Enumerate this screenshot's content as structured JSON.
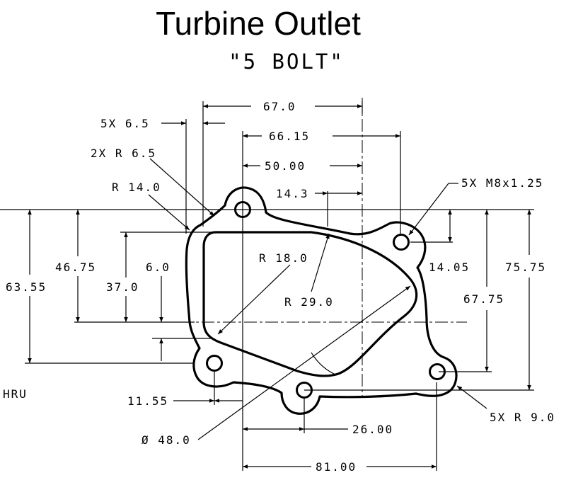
{
  "title": "Turbine Outlet",
  "subtitle": "\"5 BOLT\"",
  "dimensions": {
    "d67": "67.0",
    "bolt_hole_count": "5X  6.5",
    "d66": "66.15",
    "r65": "2X  R 6.5",
    "d50": "50.00",
    "r14": "R 14.0",
    "d143": "14.3",
    "thread": "5X M8x1.25",
    "d6355": "63.55",
    "d4675": "46.75",
    "d370": "37.0",
    "d60": "6.0",
    "r18": "R 18.0",
    "r29": "R 29.0",
    "d1405": "14.05",
    "d7575": "75.75",
    "d6775": "67.75",
    "hru": "HRU",
    "d1155": "11.55",
    "d2600": "26.00",
    "r90": "5X  R 9.0",
    "dia48": "Ø 48.0",
    "d8100": "81.00"
  }
}
